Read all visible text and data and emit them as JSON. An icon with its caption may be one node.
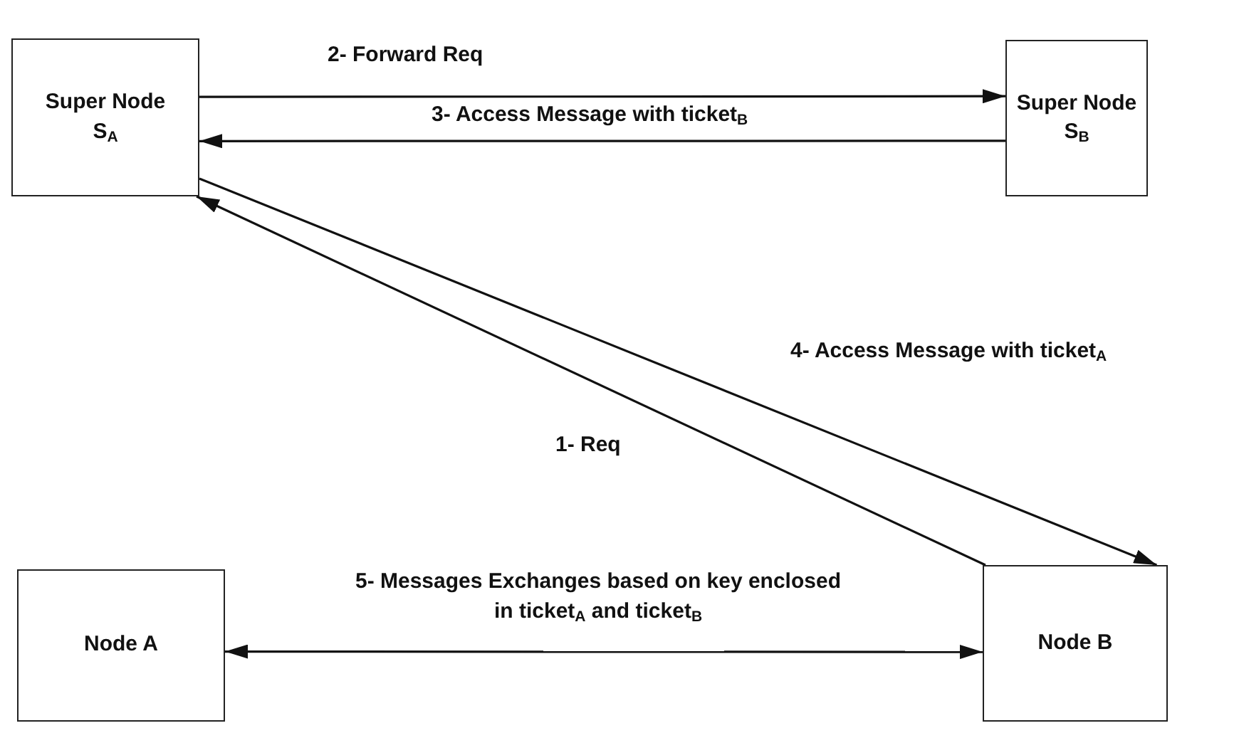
{
  "diagram": {
    "nodes": [
      {
        "text": [
          "Super Node S$_{A}$"
        ]
      },
      {
        "text": [
          "Super Node S$_{B}$"
        ]
      },
      {
        "text": [
          "Node A"
        ]
      },
      {
        "text": [
          "Node B"
        ]
      }
    ],
    "edges": [
      {
        "from": 3,
        "to": 0,
        "arrow": "to",
        "label": "1- Req"
      },
      {
        "from": 0,
        "to": 1,
        "arrow": "to",
        "label": "2- Forward Req"
      },
      {
        "from": 1,
        "to": 0,
        "arrow": "to",
        "label": "3- Access Message with ticket$_{B}$"
      },
      {
        "from": 0,
        "to": 3,
        "arrow": "to",
        "label": "4- Access Message with ticket$_{A}$"
      },
      {
        "from": 2,
        "to": 3,
        "arrow": "both",
        "label": "5- Messages Exchanges based on key enclosed in ticket$_{A}$ and ticket$_{B}$"
      }
    ]
  }
}
